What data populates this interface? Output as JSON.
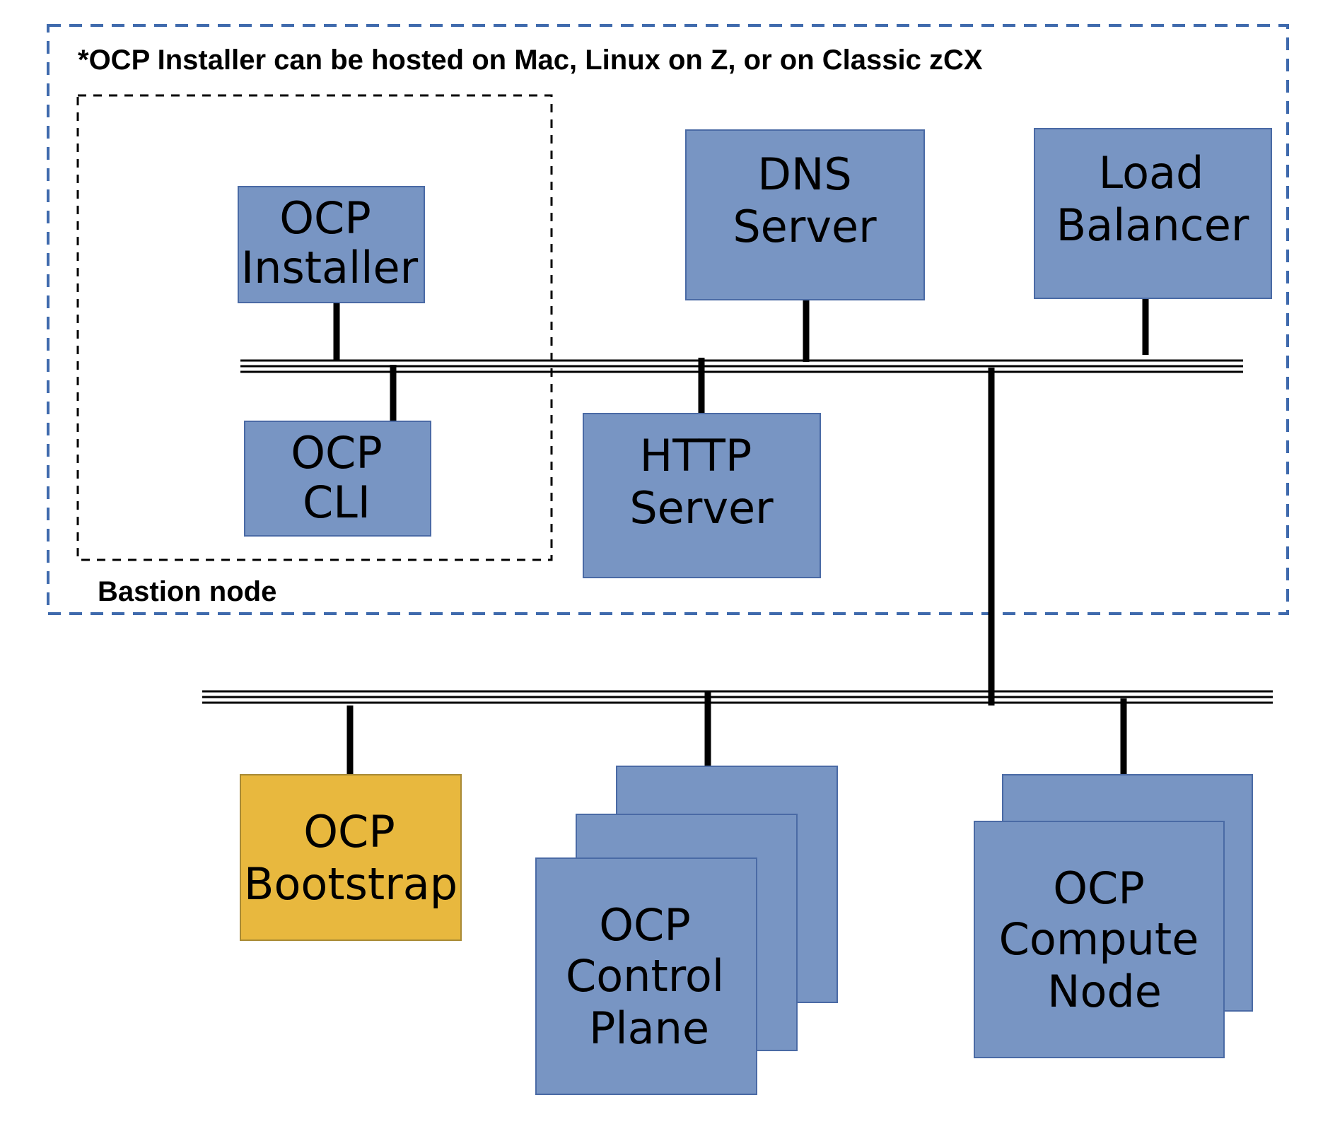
{
  "note": "*OCP Installer can be hosted on Mac, Linux on Z, or on Classic zCX",
  "bastion_label": "Bastion node",
  "colors": {
    "box_fill": "#7895c3",
    "box_stroke": "#4a6aa5",
    "bootstrap_fill": "#e8b83e",
    "bootstrap_stroke": "#a88a35",
    "outer_dash": "#3f6aad",
    "line": "#000000"
  },
  "nodes": {
    "ocp_installer": [
      "OCP",
      "Installer"
    ],
    "ocp_cli": [
      "OCP",
      "CLI"
    ],
    "dns_server": [
      "DNS",
      "Server"
    ],
    "load_balancer": [
      "Load",
      "Balancer"
    ],
    "http_server": [
      "HTTP",
      "Server"
    ],
    "ocp_bootstrap": [
      "OCP",
      "Bootstrap"
    ],
    "ocp_control_plane": [
      "OCP",
      "Control",
      "Plane"
    ],
    "ocp_compute_node": [
      "OCP",
      "Compute",
      "Node"
    ]
  }
}
